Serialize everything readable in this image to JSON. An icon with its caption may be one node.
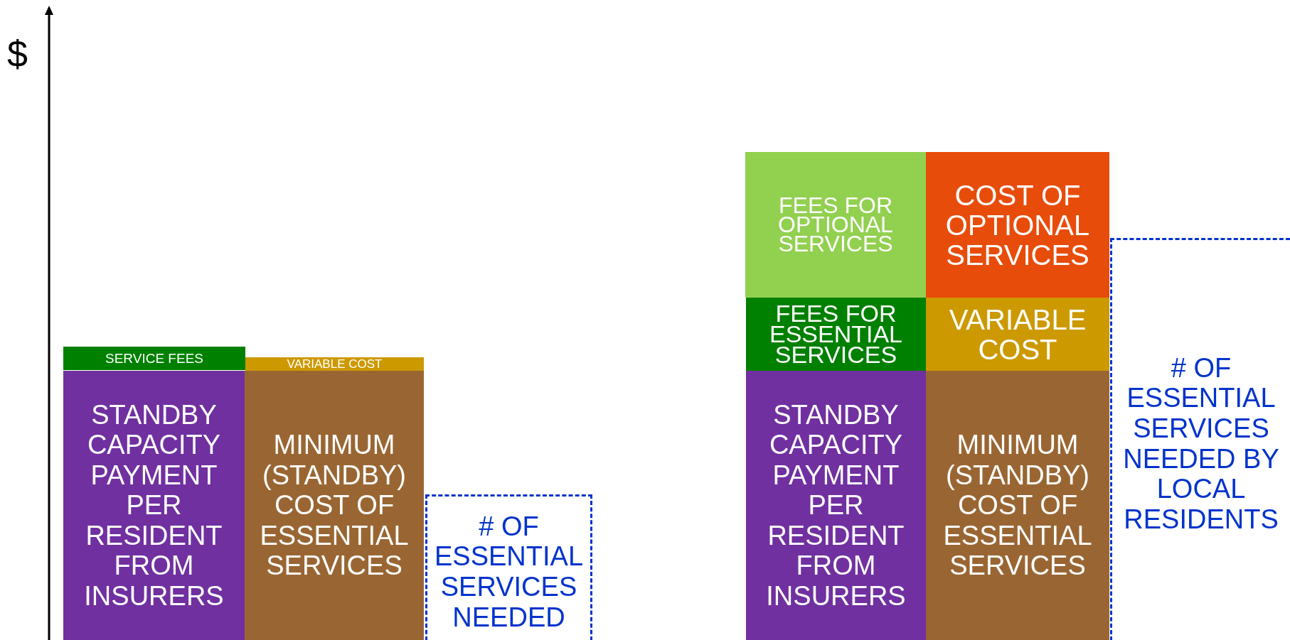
{
  "diagram": {
    "nodes": [
      {
        "text": [
          "SERVICE FEES"
        ]
      },
      {
        "text": [
          "VARIABLE COST"
        ]
      },
      {
        "text": [
          "STANDBY CAPACITY PAYMENT PER RESIDENT FROM INSURERS"
        ]
      },
      {
        "text": [
          "MINIMUM (STANDBY) COST OF ESSENTIAL SERVICES"
        ]
      },
      {
        "text": [
          "# OF ESSENTIAL SERVICES NEEDED"
        ]
      },
      {
        "text": [
          "FEES FOR OPTIONAL SERVICES"
        ]
      },
      {
        "text": [
          "COST OF OPTIONAL SERVICES"
        ]
      },
      {
        "text": [
          "FEES FOR ESSENTIAL SERVICES"
        ]
      },
      {
        "text": [
          "VARIABLE COST"
        ]
      },
      {
        "text": [
          "STANDBY CAPACITY PAYMENT PER RESIDENT FROM INSURERS"
        ]
      },
      {
        "text": [
          "MINIMUM (STANDBY) COST OF ESSENTIAL SERVICES"
        ]
      },
      {
        "text": [
          "# OF ESSENTIAL SERVICES NEEDED BY LOCAL RESIDENTS"
        ]
      }
    ],
    "labels": [
      "$"
    ]
  }
}
